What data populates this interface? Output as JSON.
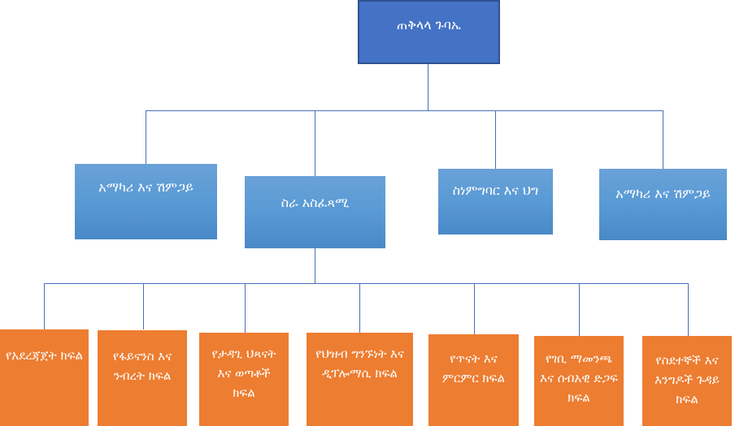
{
  "org_chart": {
    "root": {
      "label": "ጠቅላላ ጉባኤ"
    },
    "level2": [
      {
        "label": "አማካሪ እና ሽምጋይ"
      },
      {
        "label": "ስራ አስፈጻሚ"
      },
      {
        "label": "ስነምግባር እና ህግ"
      },
      {
        "label": "አማካሪ እና ሽምጋይ"
      }
    ],
    "level3_parent": "ስራ አስፈጻሚ",
    "level3": [
      {
        "label": "የአደረጃጀት ክፍል"
      },
      {
        "label": "የፋይናንስ እና ንብረት ክፍል"
      },
      {
        "label": "የታዳጊ ህጻናት እና ወጣቶች ክፍል"
      },
      {
        "label": "የህዝብ ግንኙነት እና ዲፕሎማሲ ክፍል"
      },
      {
        "label": "የጥናት እና ምርምር ክፍል"
      },
      {
        "label": "የገቢ ማመንጫ እና ሰብአዊ ድጋፍ ክፍል"
      },
      {
        "label": "የስደተኞች እና እንግዶች ጉዳይ ክፍል"
      }
    ]
  },
  "colors": {
    "root_fill": "#4472c4",
    "root_border": "#2f528f",
    "level2_fill": "#5b9bd5",
    "level3_fill": "#ed7d31",
    "connector": "#4a6fb8",
    "text": "#ffffff"
  }
}
